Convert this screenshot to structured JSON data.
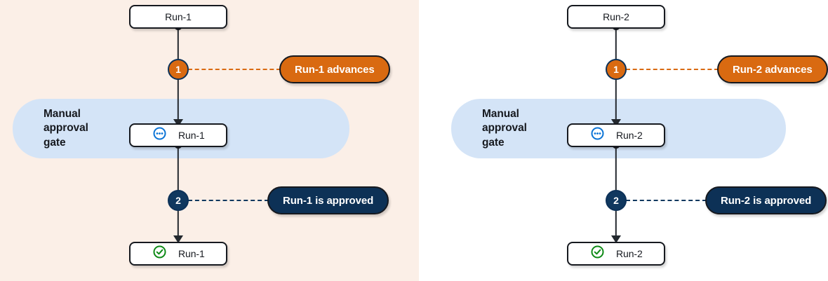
{
  "colors": {
    "panel_left_bg": "#FBEFE7",
    "panel_right_bg": "#FFFFFF",
    "gate_band": "#D4E4F7",
    "orange": "#D96A11",
    "navy": "#0D3156",
    "line": "#23282E",
    "node_border": "#16191F",
    "icon_blue": "#0A73D6",
    "icon_green": "#0E8A16",
    "node_fill": "#FFFFFF",
    "text_dark": "#16191F",
    "text_light": "#FFFFFF"
  },
  "panels": [
    {
      "id": "panel-run-1",
      "background": "#FBEFE7",
      "gate": {
        "label": "Manual\napproval\ngate"
      },
      "nodes": [
        {
          "id": "node-start",
          "label": "Run-1",
          "icon": null,
          "icon_name": null
        },
        {
          "id": "node-approval",
          "label": "Run-1",
          "icon": "in-progress",
          "icon_name": "in-progress-icon"
        },
        {
          "id": "node-done",
          "label": "Run-1",
          "icon": "success-check",
          "icon_name": "success-check-icon"
        }
      ],
      "steps": [
        {
          "id": "step-1",
          "number": "1",
          "style": "orange",
          "callout": "Run-1 advances"
        },
        {
          "id": "step-2",
          "number": "2",
          "style": "navy",
          "callout": "Run-1 is approved"
        }
      ]
    },
    {
      "id": "panel-run-2",
      "background": "#FFFFFF",
      "gate": {
        "label": "Manual\napproval\ngate"
      },
      "nodes": [
        {
          "id": "node-start",
          "label": "Run-2",
          "icon": null,
          "icon_name": null
        },
        {
          "id": "node-approval",
          "label": "Run-2",
          "icon": "in-progress",
          "icon_name": "in-progress-icon"
        },
        {
          "id": "node-done",
          "label": "Run-2",
          "icon": "success-check",
          "icon_name": "success-check-icon"
        }
      ],
      "steps": [
        {
          "id": "step-1",
          "number": "1",
          "style": "orange",
          "callout": "Run-2 advances"
        },
        {
          "id": "step-2",
          "number": "2",
          "style": "navy",
          "callout": "Run-2 is approved"
        }
      ]
    }
  ]
}
